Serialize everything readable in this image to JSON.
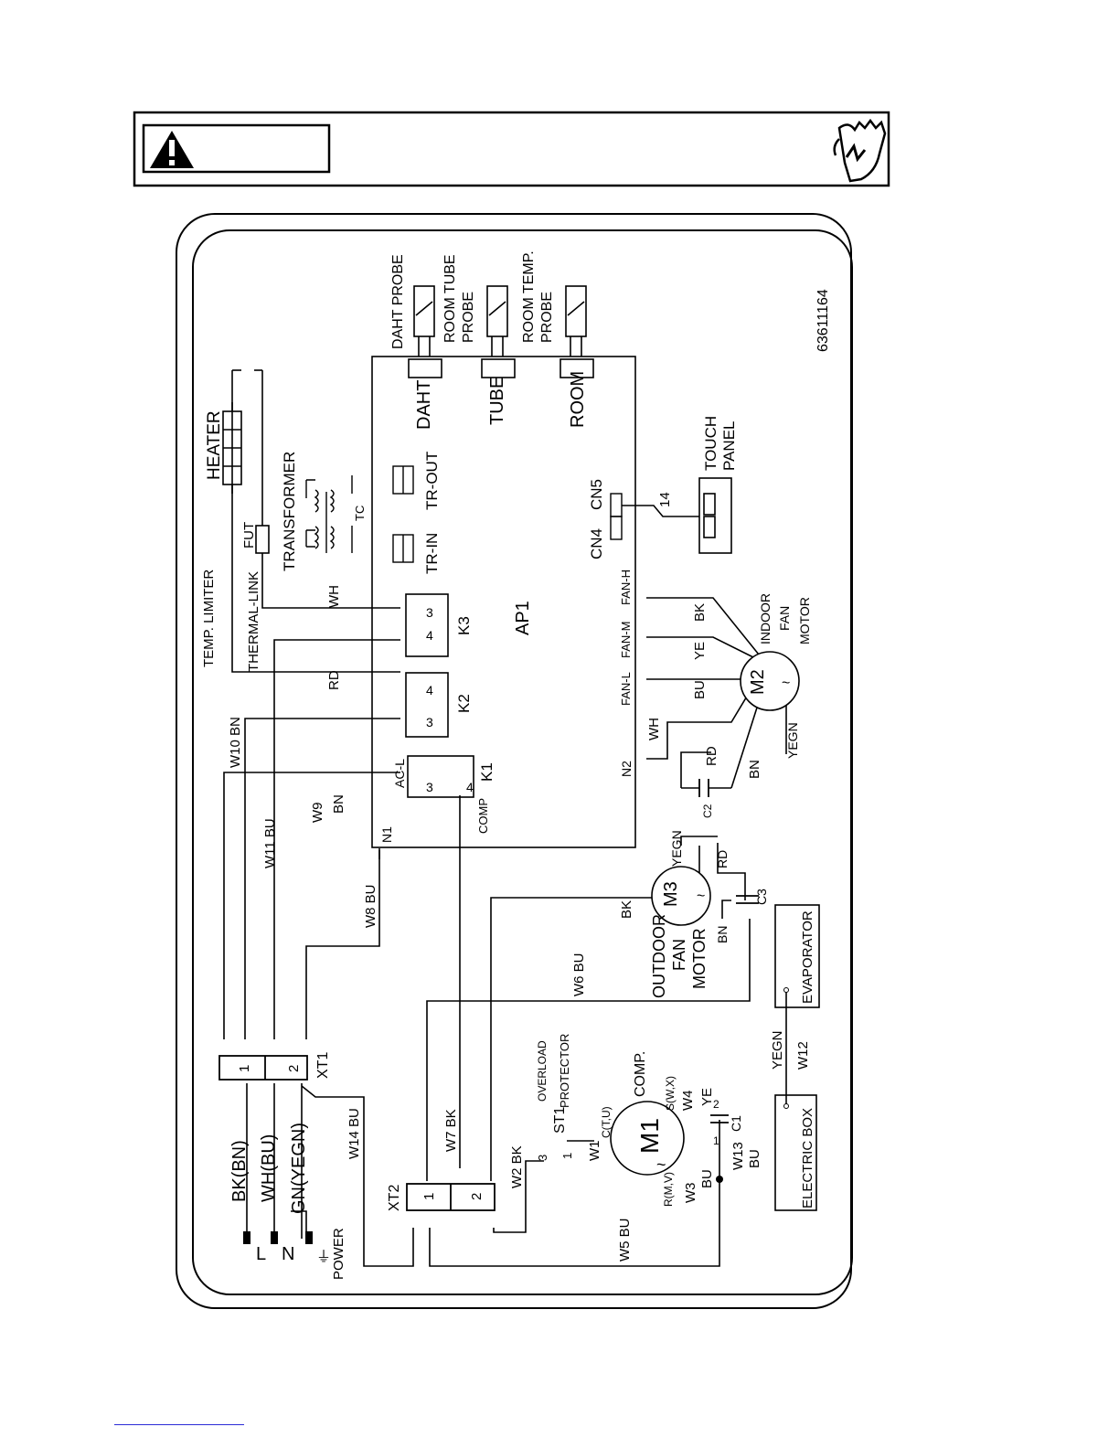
{
  "banner": {
    "signal_icon": "warning-triangle-icon",
    "hazard_icon": "electric-shock-hand-icon"
  },
  "power": {
    "l": "L",
    "n": "N",
    "label": "POWER",
    "ground_symbol": "⏚"
  },
  "wires": {
    "bk_bn": "BK(BN)",
    "wh_bu": "WH(BU)",
    "gn_yegn": "GN(YEGN)",
    "w14": "W14  BU",
    "w7": "W7 BK",
    "w2": "W2  BK",
    "w5": "W5 BU",
    "w6": "W6 BU",
    "w8": "W8 BU",
    "w9": "W9",
    "w9_color": "BN",
    "w11": "W11 BU",
    "w10": "W10 BN",
    "rd": "RD",
    "wh": "WH",
    "w12": "W12",
    "yegn": "YEGN",
    "w3": "W3",
    "w13": "W13",
    "bu": "BU",
    "w4": "W4",
    "ye": "YE",
    "w1": "W1"
  },
  "terminal_blocks": {
    "xt1": "XT1",
    "xt2": "XT2",
    "one": "1",
    "two": "2"
  },
  "relays": {
    "k1": "K1",
    "k2": "K2",
    "k3": "K3",
    "three": "3",
    "four": "4",
    "ac_l": "AC-L",
    "comp": "COMP",
    "n1": "N1",
    "n2": "N2"
  },
  "board": {
    "ap1": "AP1",
    "tr_in": "TR-IN",
    "tr_out": "TR-OUT",
    "cn4": "CN4",
    "cn5": "CN5",
    "fan_h": "FAN-H",
    "fan_m": "FAN-M",
    "fan_l": "FAN-L",
    "daht": "DAHT",
    "tube": "TUBE",
    "room": "ROOM",
    "wires_14": "14"
  },
  "top_parts": {
    "temp_limiter": "TEMP. LIMITER",
    "thermal_link": "THERMAL-LINK",
    "fut": "FUT",
    "transformer": "TRANSFORMER",
    "tc": "TC",
    "heater": "HEATER"
  },
  "probes": {
    "daht": "DAHT  PROBE",
    "room_tube_1": "ROOM TUBE",
    "room_tube_2": "PROBE",
    "room_temp_1": "ROOM TEMP.",
    "room_temp_2": "PROBE"
  },
  "touch_panel": {
    "l1": "TOUCH",
    "l2": "PANEL"
  },
  "indoor_fan": {
    "m2": "M2",
    "tilde": "~",
    "l1": "INDOOR",
    "l2": "FAN",
    "l3": "MOTOR",
    "bk": "BK",
    "ye": "YE",
    "bu": "BU",
    "wh": "WH",
    "rd": "RD",
    "bn": "BN",
    "yegn": "YEGN",
    "c2": "C2"
  },
  "outdoor_fan": {
    "m3": "M3",
    "tilde": "~",
    "l1": "OUTDOOR",
    "l2": "FAN",
    "l3": "MOTOR",
    "bk": "BK",
    "bn": "BN",
    "rd": "RD",
    "yegn": "YEGN",
    "c3": "C3"
  },
  "compressor": {
    "m1": "M1",
    "tilde": "~",
    "label": "COMP.",
    "c": "C(T,U)",
    "s": "S(W,X)",
    "r": "R(M,V)",
    "c1": "C1",
    "c1_p1": "1",
    "c1_p2": "2"
  },
  "overload": {
    "st1": "ST1",
    "l1": "OVERLOAD",
    "l2": "PROTECTOR",
    "p3": "3",
    "p1": "1"
  },
  "evaporator": {
    "label": "EVAPORATOR"
  },
  "electric_box": {
    "label": "ELECTRIC BOX"
  },
  "part_number": "63611164"
}
